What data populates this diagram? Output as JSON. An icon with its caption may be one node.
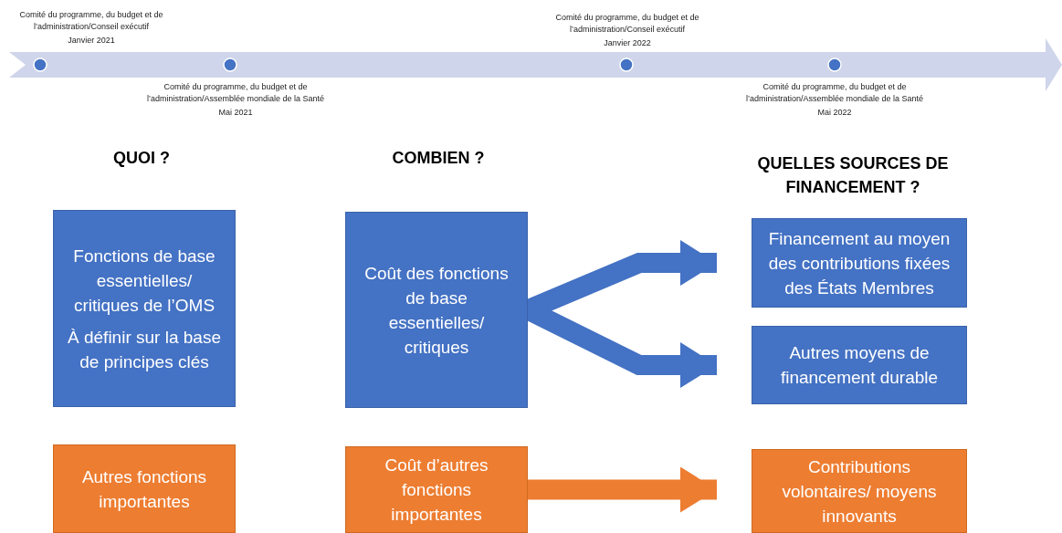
{
  "diagram": {
    "nodes": [
      {
        "text": [
          "Fonctions de base essentielles/ critiques de l’OMS",
          "À définir sur la base de principes clés"
        ]
      },
      {
        "text": [
          "Coût des fonctions de base essentielles/ critiques"
        ]
      },
      {
        "text": [
          "Financement au moyen des contributions fixées des États Membres"
        ]
      },
      {
        "text": [
          "Autres moyens de financement durable"
        ]
      },
      {
        "text": [
          "Autres fonctions importantes"
        ]
      },
      {
        "text": [
          "Coût d’autres fonctions importantes"
        ]
      },
      {
        "text": [
          "Contributions volontaires/ moyens innovants"
        ]
      }
    ],
    "edges": [
      {
        "from": 1,
        "to": 2,
        "arrow": "to"
      },
      {
        "from": 1,
        "to": 3,
        "arrow": "to"
      },
      {
        "from": 5,
        "to": 6,
        "arrow": "to",
        "color": "#ed7d31"
      }
    ],
    "labels": [
      "Comité du programme, du budget et de l’administration/Conseil exécutif",
      "Janvier 2021",
      "Comité du programme, du budget et de l’administration/Assemblée mondiale de la Santé",
      "Mai 2021",
      "Comité du programme, du budget et de l’administration/Conseil exécutif",
      "Janvier 2022",
      "Comité du programme, du budget et de l’administration/Assemblée mondiale de la Santé",
      "Mai 2022",
      "QUOI ?",
      "COMBIEN ?",
      "QUELLES SOURCES DE FINANCEMENT ?"
    ]
  }
}
